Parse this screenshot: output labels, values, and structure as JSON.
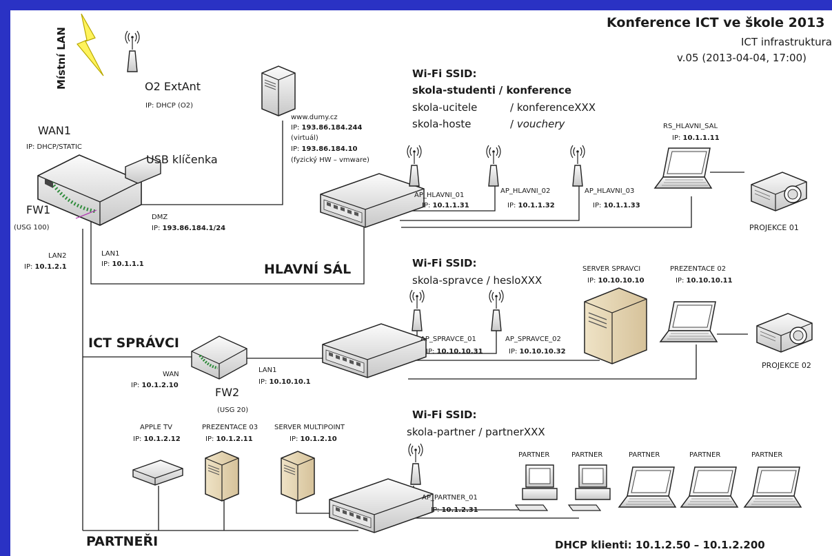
{
  "header": {
    "title": "Konference ICT ve škole 2013",
    "subtitle": "ICT infrastruktura",
    "version": "v.05 (2013-04-04, 17:00)"
  },
  "internet": {
    "misti_lan": "Místní LAN",
    "o2_name": "O2 ExtAnt",
    "o2_ip": "IP: DHCP (O2)",
    "wan1": "WAN1",
    "wan1_ip": "IP: DHCP/STATIC",
    "usb": "USB klíčenka"
  },
  "fw1": {
    "name": "FW1",
    "model": "(USG 100)",
    "lan2": "LAN2",
    "lan2_ip_prefix": "IP: ",
    "lan2_ip": "10.1.2.1",
    "lan1": "LAN1",
    "lan1_ip_prefix": "IP: ",
    "lan1_ip": "10.1.1.1",
    "dmz": "DMZ",
    "dmz_ip_prefix": "IP: ",
    "dmz_ip": "193.86.184.1/24"
  },
  "dumy": {
    "name": "www.dumy.cz",
    "ip1_prefix": "IP: ",
    "ip1": "193.86.184.244",
    "ip1_note": "(virtuál)",
    "ip2_prefix": "IP: ",
    "ip2": "193.86.184.10",
    "ip2_note": "(fyzický HW – vmware)"
  },
  "wifi_main": {
    "heading": "Wi-Fi SSID:",
    "row1_ssid": "skola-studenti",
    "row1_pass": "/ konference",
    "row2_ssid": "skola-ucitele",
    "row2_pass": "/ konferenceXXX",
    "row3_ssid": "skola-hoste",
    "row3_slash": "/ ",
    "row3_pass": "vouchery"
  },
  "hlavni_sal": {
    "label": "HLAVNÍ SÁL",
    "ap1_name": "AP_HLAVNI_01",
    "ap1_ip_prefix": "IP: ",
    "ap1_ip": "10.1.1.31",
    "ap2_name": "AP_HLAVNI_02",
    "ap2_ip_prefix": "IP: ",
    "ap2_ip": "10.1.1.32",
    "ap3_name": "AP_HLAVNI_03",
    "ap3_ip_prefix": "IP: ",
    "ap3_ip": "10.1.1.33",
    "rs_name": "RS_HLAVNI_SAL",
    "rs_ip_prefix": "IP: ",
    "rs_ip": "10.1.1.11",
    "projector": "PROJEKCE 01"
  },
  "wifi_spravci": {
    "heading": "Wi-Fi SSID:",
    "line": "skola-spravce / hesloXXX"
  },
  "ict_spravci": {
    "label": "ICT SPRÁVCI",
    "ap1_name": "AP_SPRAVCE_01",
    "ap1_ip_prefix": "IP: ",
    "ap1_ip": "10.10.10.31",
    "ap2_name": "AP_SPRAVCE_02",
    "ap2_ip_prefix": "IP: ",
    "ap2_ip": "10.10.10.32",
    "server_name": "SERVER SPRAVCI",
    "server_ip_prefix": "IP: ",
    "server_ip": "10.10.10.10",
    "prez_name": "PREZENTACE 02",
    "prez_ip_prefix": "IP: ",
    "prez_ip": "10.10.10.11",
    "projector": "PROJEKCE 02"
  },
  "fw2": {
    "name": "FW2",
    "model": "(USG 20)",
    "wan": "WAN",
    "wan_ip_prefix": "IP: ",
    "wan_ip": "10.1.2.10",
    "lan1": "LAN1",
    "lan1_ip_prefix": "IP: ",
    "lan1_ip": "10.10.10.1"
  },
  "wifi_partner": {
    "heading": "Wi-Fi SSID:",
    "line": "skola-partner / partnerXXX"
  },
  "partneri": {
    "label": "PARTNEŘI",
    "appletv_name": "APPLE TV",
    "appletv_ip_prefix": "IP: ",
    "appletv_ip": "10.1.2.12",
    "prez_name": "PREZENTACE 03",
    "prez_ip_prefix": "IP: ",
    "prez_ip": "10.1.2.11",
    "server_name": "SERVER MULTIPOINT",
    "server_ip_prefix": "IP: ",
    "server_ip": "10.1.2.10",
    "ap_name": "AP_PARTNER_01",
    "ap_ip_prefix": "IP: ",
    "ap_ip": "10.1.2.31",
    "clients": [
      "PARTNER",
      "PARTNER",
      "PARTNER",
      "PARTNER",
      "PARTNER"
    ],
    "dhcp": "DHCP klienti: 10.1.2.50 – 10.1.2.200"
  }
}
